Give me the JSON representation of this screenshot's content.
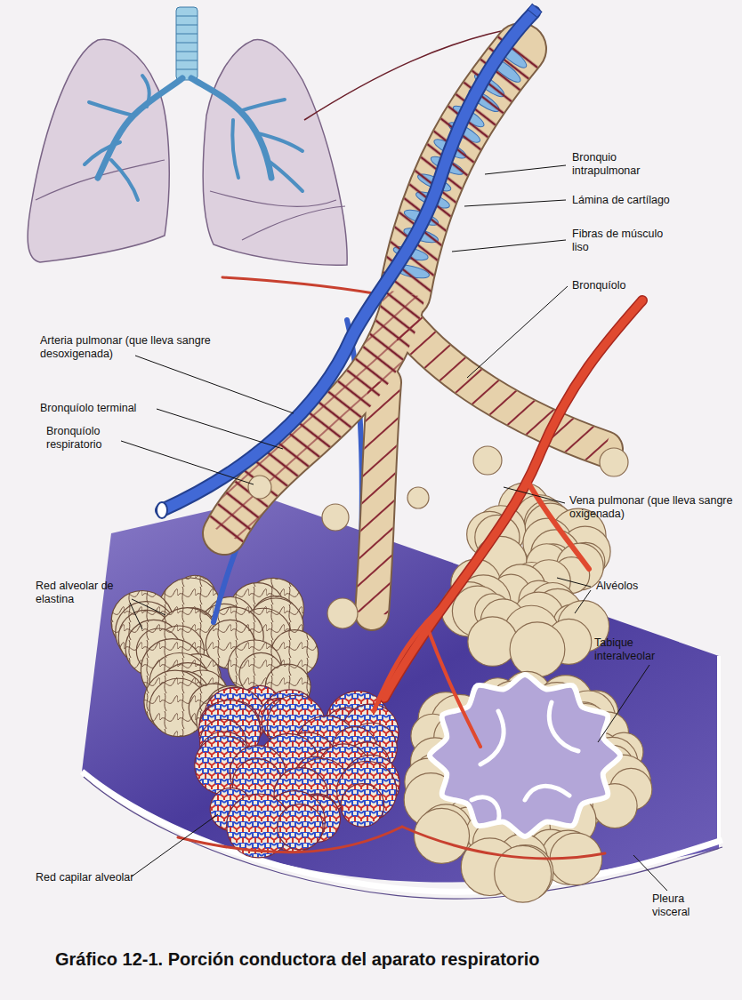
{
  "diagram": {
    "caption": "Gráfico 12-1. Porción conductora del aparato respiratorio",
    "labels": [
      "Bronquio intrapulmonar",
      "Lámina de cartílago",
      "Fibras de músculo liso",
      "Bronquíolo",
      "Arteria pulmonar (que lleva sangre desoxigenada)",
      "Bronquíolo terminal",
      "Bronquíolo respiratorio",
      "Vena pulmonar (que lleva sangre oxigenada)",
      "Alvéolos",
      "Tabique interalveolar",
      "Red alveolar de elastina",
      "Red capilar alveolar",
      "Pleura visceral"
    ]
  }
}
